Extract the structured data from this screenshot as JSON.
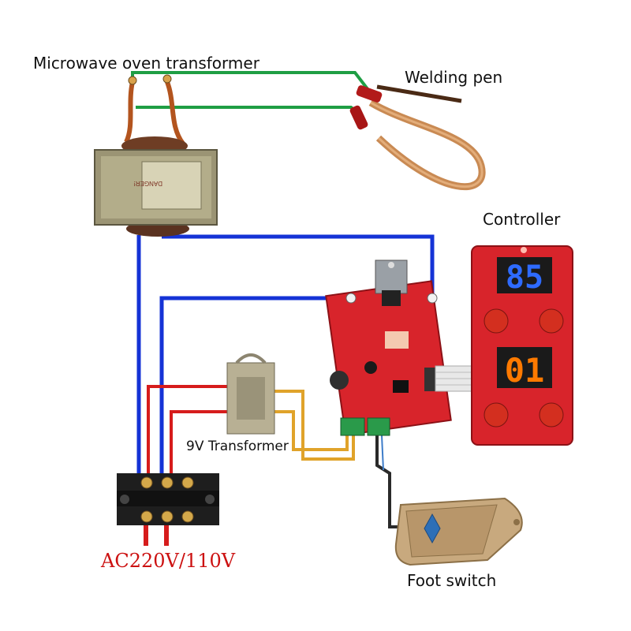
{
  "labels": {
    "microwave_transformer": "Microwave oven transformer",
    "welding_pen": "Welding pen",
    "controller": "Controller",
    "transformer_9v": "9V Transformer",
    "foot_switch": "Foot switch",
    "power_input": "AC220V/110V"
  },
  "device_text": {
    "transformer_plate": "DANGER!",
    "display_top": "85",
    "display_bottom": "01"
  },
  "colors": {
    "wire_mains": "#1533d6",
    "wire_primary": "#d61c1c",
    "wire_secondary": "#e0a32a",
    "wire_output": "#1f9e44",
    "board_red": "#d8242b",
    "led_blue": "#2e6bff",
    "led_red": "#ff7a00"
  }
}
